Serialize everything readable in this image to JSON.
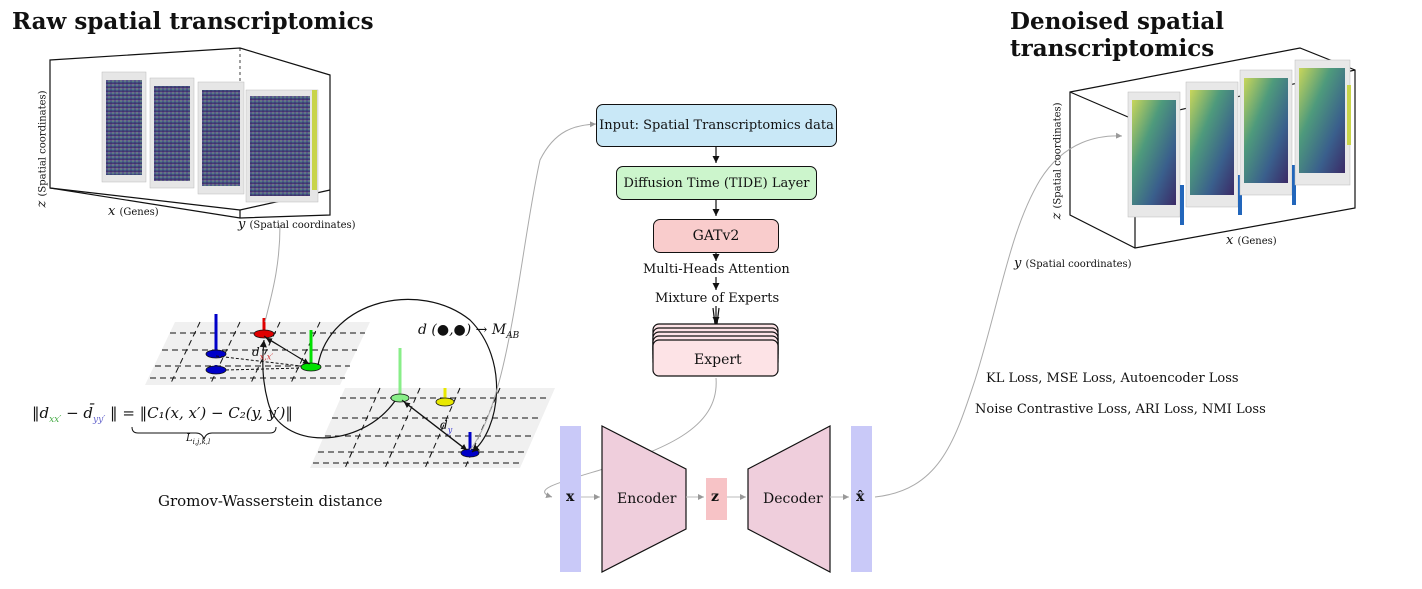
{
  "titles": {
    "left": "Raw spatial transcriptomics",
    "right": "Denoised spatial transcriptomics"
  },
  "left_cube": {
    "x_axis": "x",
    "x_axis_note": "(Genes)",
    "y_axis": "y",
    "y_axis_note": "(Spatial coordinates)",
    "z_axis": "z",
    "z_axis_note": "(Spatial coordinates)"
  },
  "right_cube": {
    "x_axis": "x",
    "x_axis_note": "(Genes)",
    "y_axis": "y",
    "y_axis_note": "(Spatial coordinates)",
    "z_axis": "z",
    "z_axis_note": "(Spatial coordinates)"
  },
  "gw": {
    "caption": "Gromov-Wasserstein distance",
    "d_map": "d (●,●) → M",
    "d_map_sub": "AB",
    "formula_lhs": "‖d",
    "formula_lhs_sub": "xx′",
    "formula_minus": "− d̄",
    "formula_minus_sub": "yy′",
    "formula_eq": "‖ = ‖C₁(x, x′) − C₂(y, y′)‖",
    "under_label": "L",
    "under_label_sub": "i,j,k,l",
    "dx_label": "d",
    "dx_sub": "x,x′",
    "dy_label": "d̄",
    "dy_sub": "y"
  },
  "pipeline": {
    "input": "Input: Spatial Transcriptomics data",
    "diffusion": "Diffusion Time (TIDE) Layer",
    "gat": "GATv2",
    "mha": "Multi-Heads Attention",
    "moe": "Mixture of Experts",
    "expert": "Expert"
  },
  "autoencoder": {
    "x": "x",
    "encoder": "Encoder",
    "z": "z",
    "decoder": "Decoder",
    "xhat": "x̂"
  },
  "losses": {
    "line1": "KL Loss, MSE Loss, Autoencoder Loss",
    "line2": "Noise Contrastive Loss, ARI Loss, NMI Loss"
  },
  "colors": {
    "input_fill": "#c9e8f7",
    "diffusion_fill": "#ccf5cc",
    "gat_fill": "#f9cccc",
    "expert_fill": "#fde3e6",
    "encoder_fill": "#efcedc",
    "z_fill": "#f7c3c6",
    "x_bar_fill": "#c9c9f8",
    "node_blue": "#0000c8",
    "node_red": "#e00000",
    "node_green": "#00e000",
    "node_lightgreen": "#88ee88",
    "node_yellow": "#e8e800"
  }
}
